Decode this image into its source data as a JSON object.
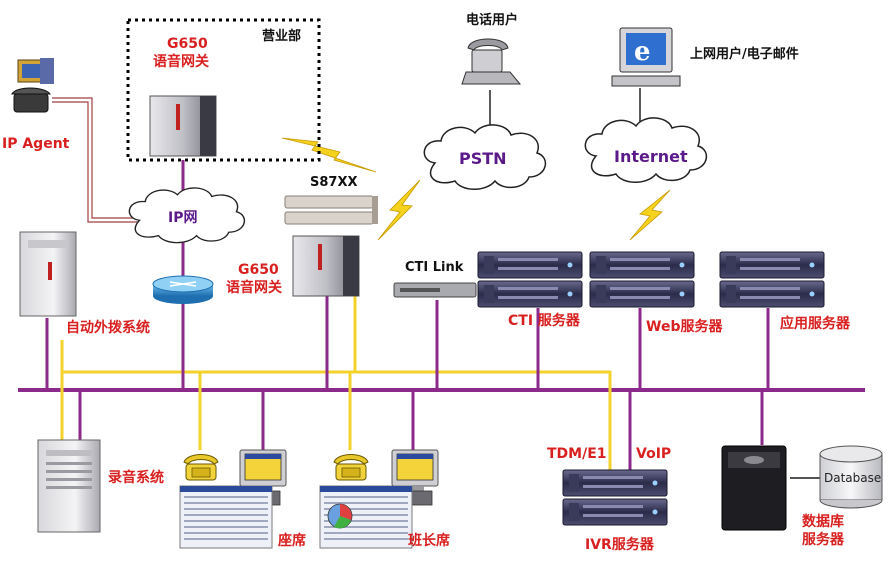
{
  "labels": {
    "sales_office": "营业部",
    "gateway_top_model": "G650",
    "gateway_top_name": "语音网关",
    "phone_user": "电话用户",
    "internet_user": "上网用户/电子邮件",
    "ip_agent": "IP Agent",
    "ip_network": "IP网",
    "pstn": "PSTN",
    "internet": "Internet",
    "switch_model": "S87XX",
    "gateway_mid_model": "G650",
    "gateway_mid_name": "语音网关",
    "cti_link": "CTI Link",
    "cti_server": "CTI 服务器",
    "web_server": "Web服务器",
    "app_server": "应用服务器",
    "auto_dialer": "自动外拨系统",
    "recording": "录音系统",
    "agent_seat": "座席",
    "team_leader": "班长席",
    "tdm_e1": "TDM/E1",
    "voip": "VoIP",
    "ivr_server": "IVR服务器",
    "database": "Database",
    "db_server_1": "数据库",
    "db_server_2": "服务器"
  },
  "colors": {
    "bus": "#8b2a8b",
    "link_yellow": "#f3d22c",
    "lightning": "#f5d21e",
    "label_red": "#d92020",
    "cloud_text": "#5b1a8a",
    "ip_agent_wire": "#a04040"
  }
}
